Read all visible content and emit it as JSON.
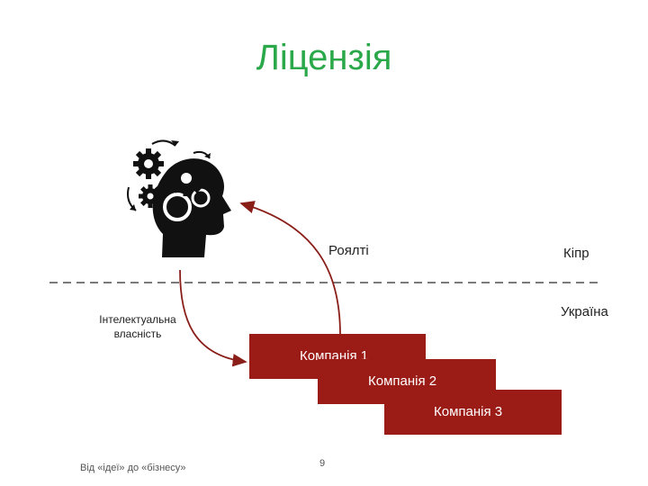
{
  "slide": {
    "title": "Ліцензія",
    "royalty_label": "Роялті",
    "cyprus_label": "Кіпр",
    "ukraine_label": "Україна",
    "ip_label_line1": "Інтелектуальна",
    "ip_label_line2": "власність",
    "companies": [
      "Компанія 1",
      "Компанія 2",
      "Компанія 3"
    ],
    "footer_text": "Від «ідеї» до «бізнесу»",
    "page_number": "9"
  },
  "colors": {
    "title": "#2ba84a",
    "company_box": "#9b1b16",
    "arrow": "#8a1f1a",
    "divider": "#7a7a7a",
    "head_icon": "#111111"
  },
  "icons": [
    "head-with-gears-icon"
  ]
}
